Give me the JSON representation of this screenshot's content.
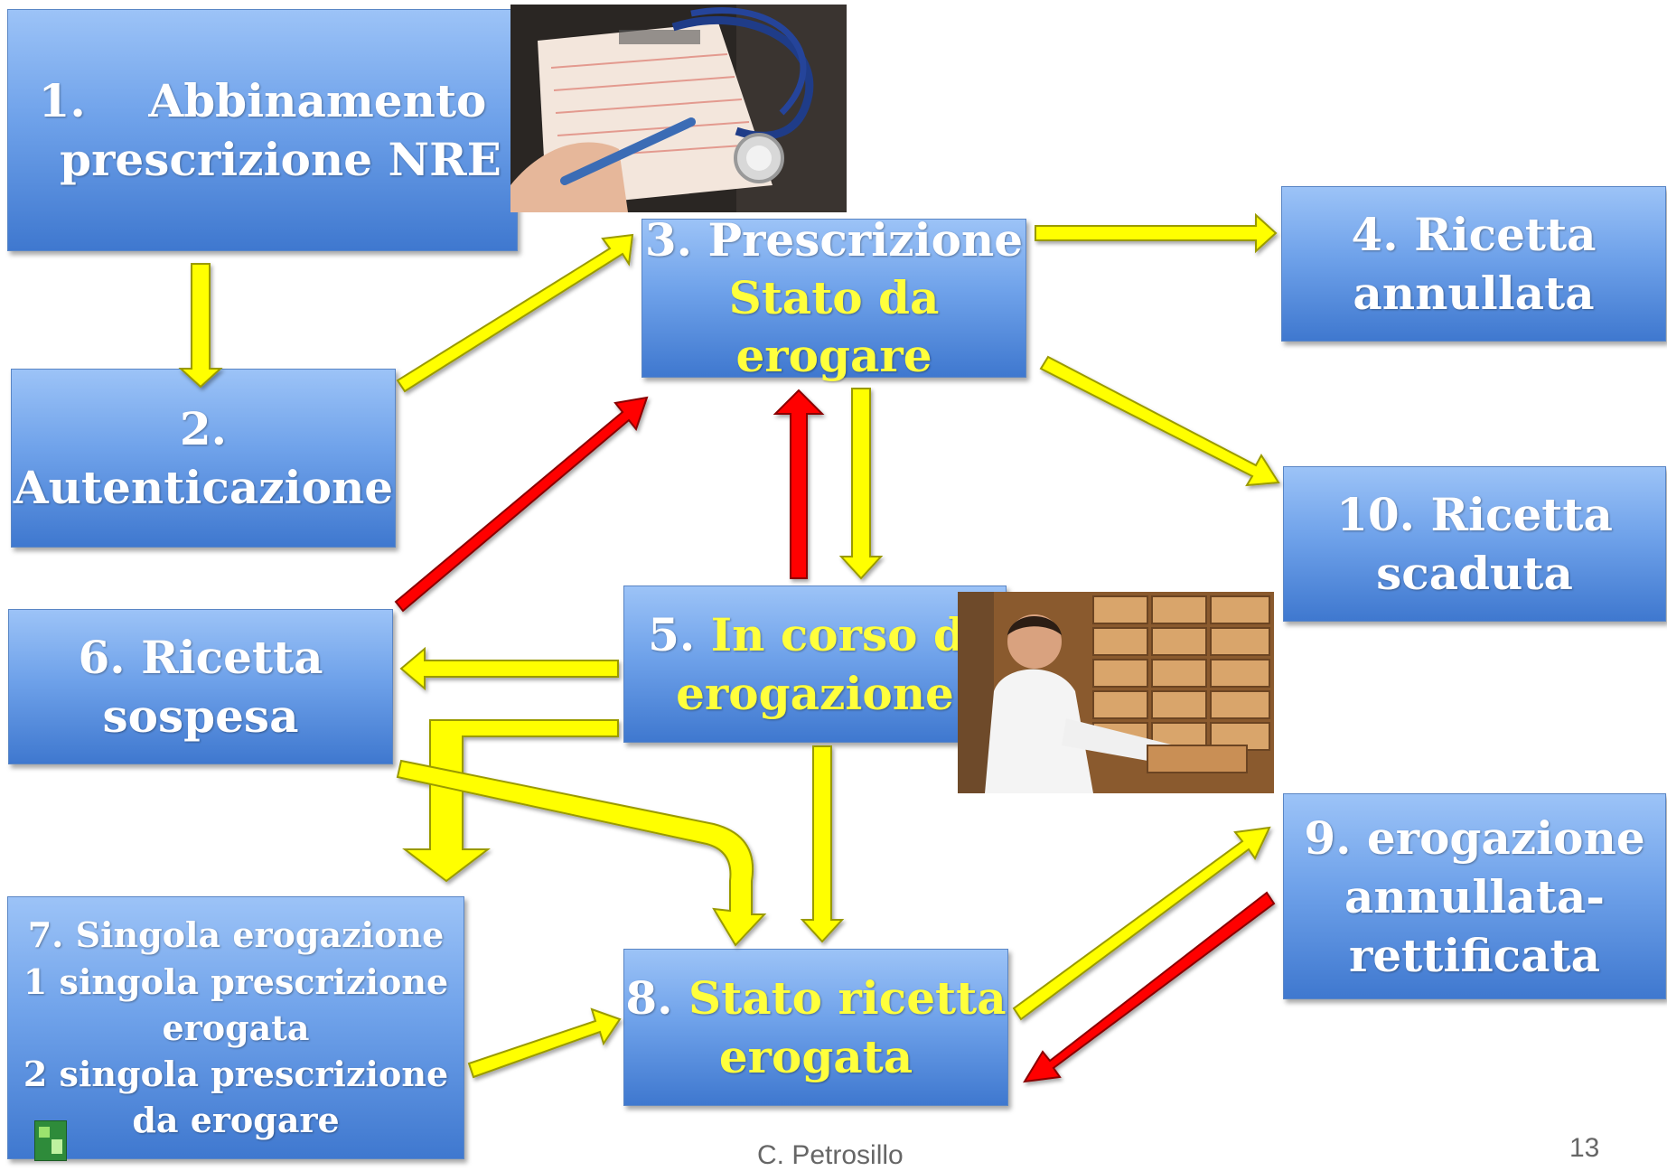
{
  "boxes": {
    "b1": {
      "line1": "1.    Abbinamento",
      "line2": "prescrizione NRE"
    },
    "b2": {
      "line1": "2.",
      "line2": "Autenticazione"
    },
    "b3": {
      "line1": "3. Prescrizione",
      "line2": "Stato da",
      "line3": "erogare"
    },
    "b4": {
      "line1": "4. Ricetta",
      "line2": "annullata"
    },
    "b5": {
      "prefix": "5. ",
      "hl1": "In corso di",
      "line2": "erogazione"
    },
    "b6": {
      "line1": "6. Ricetta",
      "line2": "sospesa"
    },
    "b7": {
      "line1": "7. Singola erogazione",
      "line2": "1 singola prescrizione",
      "line3": "erogata",
      "line4": "2 singola prescrizione",
      "line5": "da erogare"
    },
    "b8": {
      "prefix": "8. ",
      "hl1": "Stato ricetta",
      "line2": "erogata"
    },
    "b9": {
      "line1": "9. erogazione",
      "line2": "annullata-",
      "line3": "rettificata"
    },
    "b10": {
      "line1": "10. Ricetta",
      "line2": "scaduta"
    }
  },
  "footer": {
    "author": "C. Petrosillo",
    "page": "13"
  },
  "colors": {
    "box_top": "#9cc3f7",
    "box_bottom": "#3f78cf",
    "arrow_yellow": "#ffff00",
    "arrow_red": "#ff0000",
    "highlight_text": "#ffff3c"
  }
}
